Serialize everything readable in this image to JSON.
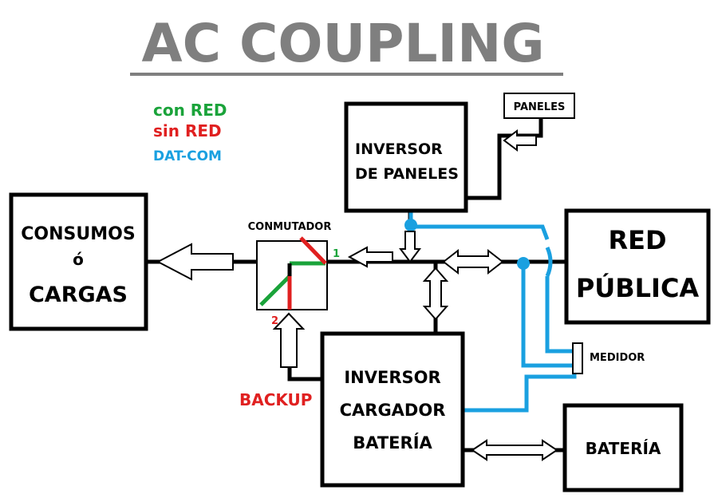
{
  "title": "AC COUPLING",
  "legend": {
    "con_red": "con RED",
    "sin_red": "sin RED",
    "dat_com": "DAT-COM"
  },
  "boxes": {
    "consumos_line1": "CONSUMOS",
    "consumos_line2": "ó",
    "consumos_line3": "CARGAS",
    "inversor_paneles_line1": "INVERSOR",
    "inversor_paneles_line2": "DE PANELES",
    "paneles": "PANELES",
    "red_line1": "RED",
    "red_line2": "PÚBLICA",
    "inversor_cargador_line1": "INVERSOR",
    "inversor_cargador_line2": "CARGADOR",
    "inversor_cargador_line3": "BATERÍA",
    "bateria": "BATERÍA",
    "medidor": "MEDIDOR",
    "conmutador": "CONMUTADOR",
    "backup": "BACKUP",
    "switch_pos_1": "1",
    "switch_pos_2": "2"
  },
  "colors": {
    "title_gray": "#7f7f7f",
    "con_red_green": "#1aa33a",
    "sin_red_red": "#e02020",
    "dat_com_blue": "#1aa0e0",
    "line_black": "#000000"
  }
}
